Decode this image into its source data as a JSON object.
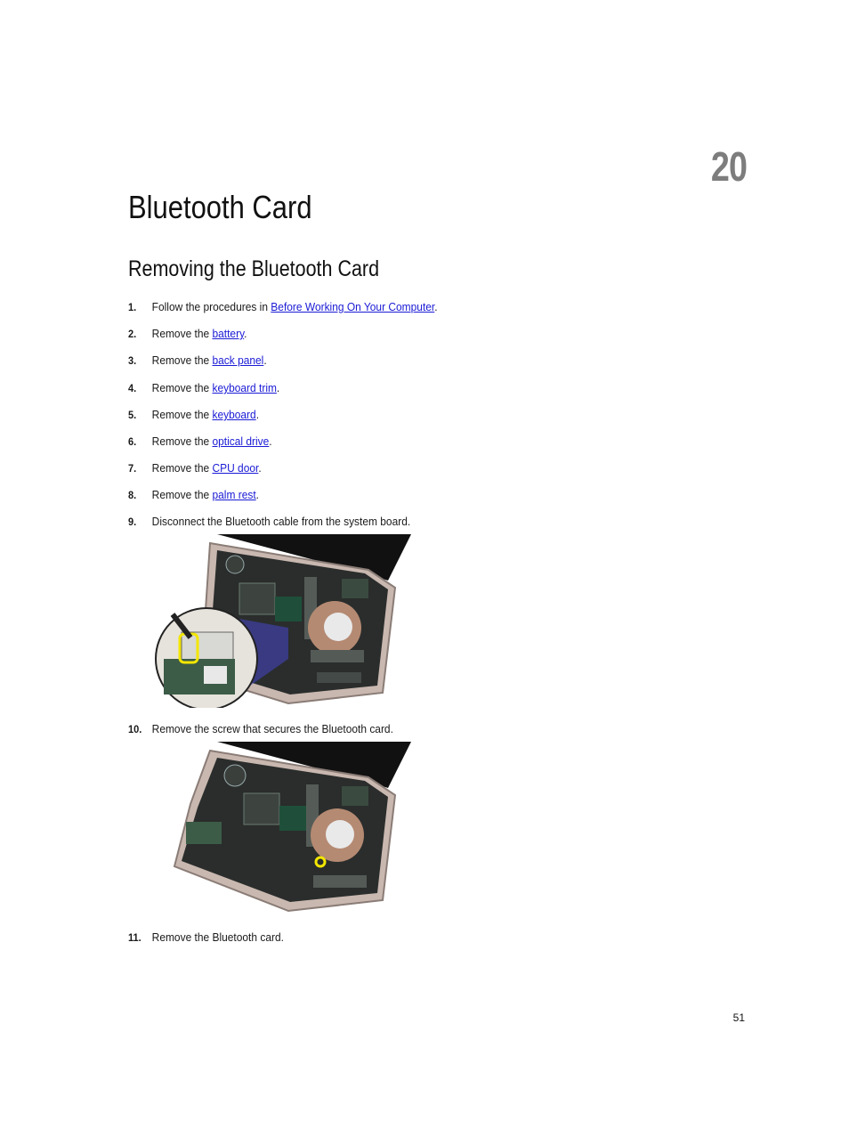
{
  "chapter": {
    "number": "20",
    "title": "Bluetooth Card"
  },
  "section": {
    "title": "Removing the Bluetooth Card"
  },
  "steps": [
    {
      "num": "1.",
      "prefix": "Follow the procedures in ",
      "link": "Before Working On Your Computer",
      "suffix": "."
    },
    {
      "num": "2.",
      "prefix": "Remove the ",
      "link": "battery",
      "suffix": "."
    },
    {
      "num": "3.",
      "prefix": "Remove the ",
      "link": "back panel",
      "suffix": "."
    },
    {
      "num": "4.",
      "prefix": "Remove the ",
      "link": "keyboard trim",
      "suffix": "."
    },
    {
      "num": "5.",
      "prefix": "Remove the ",
      "link": "keyboard",
      "suffix": "."
    },
    {
      "num": "6.",
      "prefix": "Remove the ",
      "link": "optical drive",
      "suffix": "."
    },
    {
      "num": "7.",
      "prefix": "Remove the ",
      "link": "CPU door",
      "suffix": "."
    },
    {
      "num": "8.",
      "prefix": "Remove the ",
      "link": "palm rest",
      "suffix": "."
    },
    {
      "num": "9.",
      "text": "Disconnect the Bluetooth cable from the system board."
    },
    {
      "num": "10.",
      "text": "Remove the screw that secures the Bluetooth card."
    },
    {
      "num": "11.",
      "text": "Remove the Bluetooth card."
    }
  ],
  "page_number": "51",
  "colors": {
    "link": "#1a1ad6",
    "chapter_number": "#7d7d7d",
    "highlight": "#f2e600"
  }
}
